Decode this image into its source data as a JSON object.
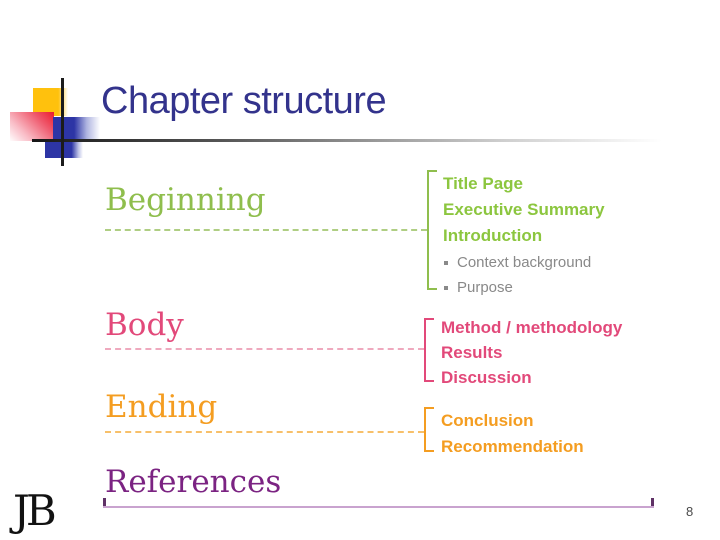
{
  "slide": {
    "title": "Chapter structure",
    "page_number": "8",
    "logo_text": "JB"
  },
  "colors": {
    "title_navy": "#33338C",
    "beginning_green": "#8FBE4D",
    "items_green": "#8CC63F",
    "subitem_gray": "#898989",
    "body_pink": "#E2497A",
    "ending_orange": "#F49D21",
    "references_purple": "#7B2382",
    "references_underline": "#C9A3CF",
    "ornament_yellow": "#FFC10D",
    "ornament_red": "#EC1C2D",
    "ornament_blue": "#2D35A5"
  },
  "sections": {
    "beginning": {
      "heading": "Beginning",
      "items": [
        "Title Page",
        "Executive Summary",
        "Introduction"
      ],
      "subitems": [
        "Context background",
        "Purpose"
      ]
    },
    "body": {
      "heading": "Body",
      "items": [
        "Method / methodology",
        "Results",
        "Discussion"
      ]
    },
    "ending": {
      "heading": "Ending",
      "items": [
        "Conclusion",
        "Recommendation"
      ]
    },
    "references": {
      "heading": "References"
    }
  }
}
